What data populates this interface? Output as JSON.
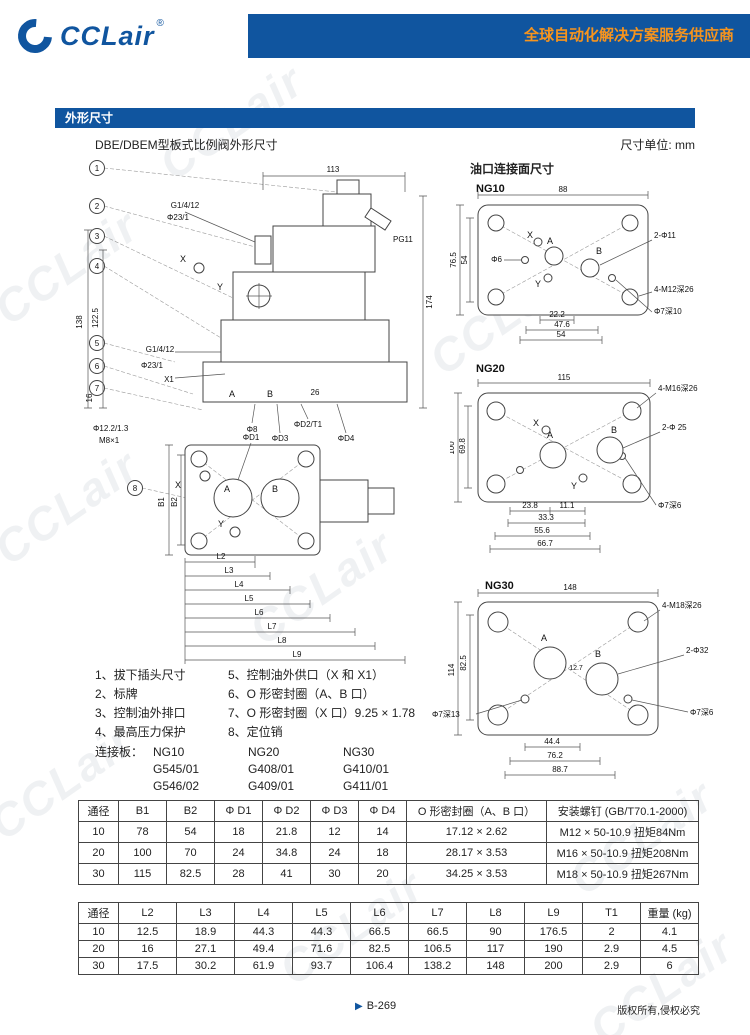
{
  "watermark": "CCLair",
  "header": {
    "logo": "CCLair",
    "reg": "®",
    "slogan": "全球自动化解决方案服务供应商"
  },
  "section": {
    "bar_title": "外形尺寸",
    "subtitle": "DBE/DBEM型板式比例阀外形尺寸",
    "unit": "尺寸单位: mm"
  },
  "drawings": {
    "port_face_title": "油口连接面尺寸",
    "main": {
      "balloons": [
        "1",
        "2",
        "3",
        "4",
        "5",
        "6",
        "7",
        "8"
      ],
      "labels": {
        "d113": "113",
        "g14_top": "G1/4/12",
        "d23_top": "Φ23/1",
        "pg11": "PG11",
        "d174": "174",
        "d138": "138",
        "d122_5": "122.5",
        "g14_side": "G1/4/12",
        "d23_side": "Φ23/1",
        "x1": "X1",
        "x_top": "X",
        "y_top": "Y",
        "d16": "16",
        "d12_2": "Φ12.2/1.3",
        "m8": "M8×1",
        "a_top": "A",
        "b_top": "B",
        "d26": "26",
        "d8": "Φ8",
        "dd2t1": "ΦD2/T1",
        "dd3": "ΦD3",
        "dd4": "ΦD4",
        "x_bot": "X",
        "a_bot": "A",
        "b_bot": "B",
        "y_bot": "Y",
        "b1": "B1",
        "b2": "B2",
        "dd1": "ΦD1",
        "l2": "L2",
        "l3": "L3",
        "l4": "L4",
        "l5": "L5",
        "l6": "L6",
        "l7": "L7",
        "l8": "L8",
        "l9": "L9"
      }
    },
    "ng10": {
      "title": "NG10",
      "labels": {
        "w": "88",
        "h1": "76.5",
        "h2": "54",
        "phi6": "Φ6",
        "ports": "2-Φ11",
        "bolts": "4-M12深26",
        "pin": "Φ7深10",
        "d1": "22.2",
        "d2": "47.6",
        "d3": "54",
        "a": "A",
        "b": "B",
        "x": "X",
        "y": "Y"
      }
    },
    "ng20": {
      "title": "NG20",
      "labels": {
        "w": "115",
        "h1": "100",
        "h2": "69.8",
        "bolts": "4-M16深26",
        "ports": "2-Φ 25",
        "pin": "Φ7深6",
        "d1": "23.8",
        "d2": "11.1",
        "d3": "33.3",
        "d4": "55.6",
        "d5": "66.7",
        "a": "A",
        "b": "B",
        "x": "X",
        "y": "Y"
      }
    },
    "ng30": {
      "title": "NG30",
      "labels": {
        "w": "148",
        "h1": "114",
        "h2": "82.5",
        "bolts": "4-M18深26",
        "ports": "2-Φ32",
        "mid": "12.7",
        "pin_left": "Φ7深13",
        "pin_right": "Φ7深6",
        "d1": "44.4",
        "d2": "76.2",
        "d3": "88.7",
        "a": "A",
        "b": "B"
      }
    }
  },
  "notes": {
    "col1": [
      "1、拔下插头尺寸",
      "2、标牌",
      "3、控制油外排口",
      "4、最高压力保护"
    ],
    "col2": [
      "5、控制油外供口（X 和 X1）",
      "6、O 形密封圈（A、B 口）",
      "7、O 形密封圈（X 口）9.25 × 1.78",
      "8、定位销"
    ]
  },
  "plates": {
    "label": "连接板：",
    "columns": [
      "NG10",
      "NG20",
      "NG30"
    ],
    "rows": [
      [
        "G545/01",
        "G408/01",
        "G410/01"
      ],
      [
        "G546/02",
        "G409/01",
        "G411/01"
      ]
    ]
  },
  "table1": {
    "headers": [
      "通径",
      "B1",
      "B2",
      "Φ D1",
      "Φ D2",
      "Φ D3",
      "Φ D4",
      "O 形密封圈（A、B 口）",
      "安装螺钉 (GB/T70.1-2000)"
    ],
    "rows": [
      [
        "10",
        "78",
        "54",
        "18",
        "21.8",
        "12",
        "14",
        "17.12 × 2.62",
        "M12 × 50-10.9 扭矩84Nm"
      ],
      [
        "20",
        "100",
        "70",
        "24",
        "34.8",
        "24",
        "18",
        "28.17 × 3.53",
        "M16 × 50-10.9 扭矩208Nm"
      ],
      [
        "30",
        "115",
        "82.5",
        "28",
        "41",
        "30",
        "20",
        "34.25 × 3.53",
        "M18 × 50-10.9 扭矩267Nm"
      ]
    ]
  },
  "table2": {
    "headers": [
      "通径",
      "L2",
      "L3",
      "L4",
      "L5",
      "L6",
      "L7",
      "L8",
      "L9",
      "T1",
      "重量 (kg)"
    ],
    "rows": [
      [
        "10",
        "12.5",
        "18.9",
        "44.3",
        "44.3",
        "66.5",
        "66.5",
        "90",
        "176.5",
        "2",
        "4.1"
      ],
      [
        "20",
        "16",
        "27.1",
        "49.4",
        "71.6",
        "82.5",
        "106.5",
        "117",
        "190",
        "2.9",
        "4.5"
      ],
      [
        "30",
        "17.5",
        "30.2",
        "61.9",
        "93.7",
        "106.4",
        "138.2",
        "148",
        "200",
        "2.9",
        "6"
      ]
    ]
  },
  "footer": {
    "page_marker": "▶",
    "page": "B-269",
    "copyright": "版权所有,侵权必究"
  }
}
